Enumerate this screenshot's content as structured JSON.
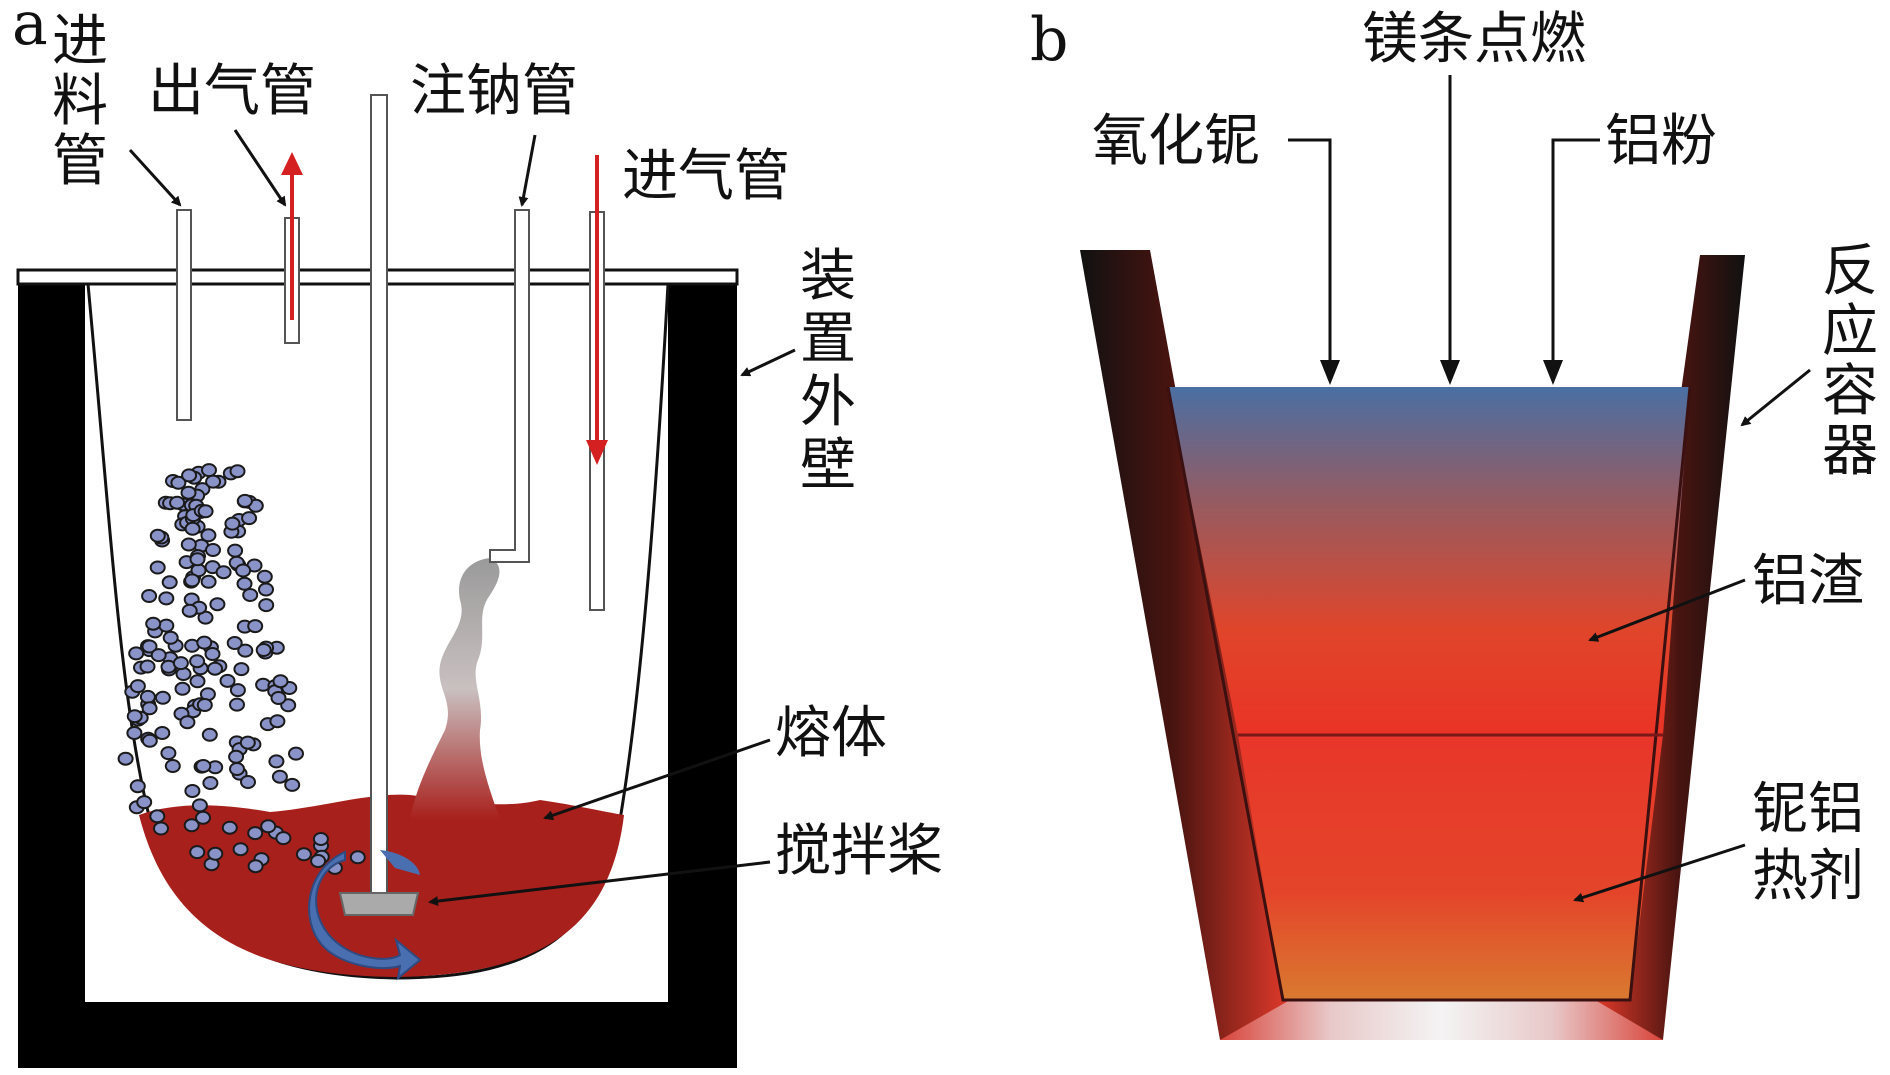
{
  "panel_a": {
    "label": "a",
    "feed_tube": "进料管",
    "gas_outlet": "出气管",
    "sodium_tube": "注钠管",
    "gas_inlet": "进气管",
    "outer_wall": "装置外壁",
    "melt": "熔体",
    "stirrer": "搅拌桨"
  },
  "panel_b": {
    "label": "b",
    "ignition": "镁条点燃",
    "nb_oxide": "氧化铌",
    "al_powder": "铝粉",
    "vessel": "反应容器",
    "al_slag": "铝渣",
    "thermite": "铌铝热剂"
  },
  "colors": {
    "outline": "#111111",
    "melt": "#a8201c",
    "gas_arrow": "#d42020",
    "particle": "#8a93c8",
    "stir_arrow": "#4a6fb0",
    "slag_top": "#4d6fa0",
    "slag_bottom": "#e8302a",
    "thermite": "#e23a2a"
  }
}
